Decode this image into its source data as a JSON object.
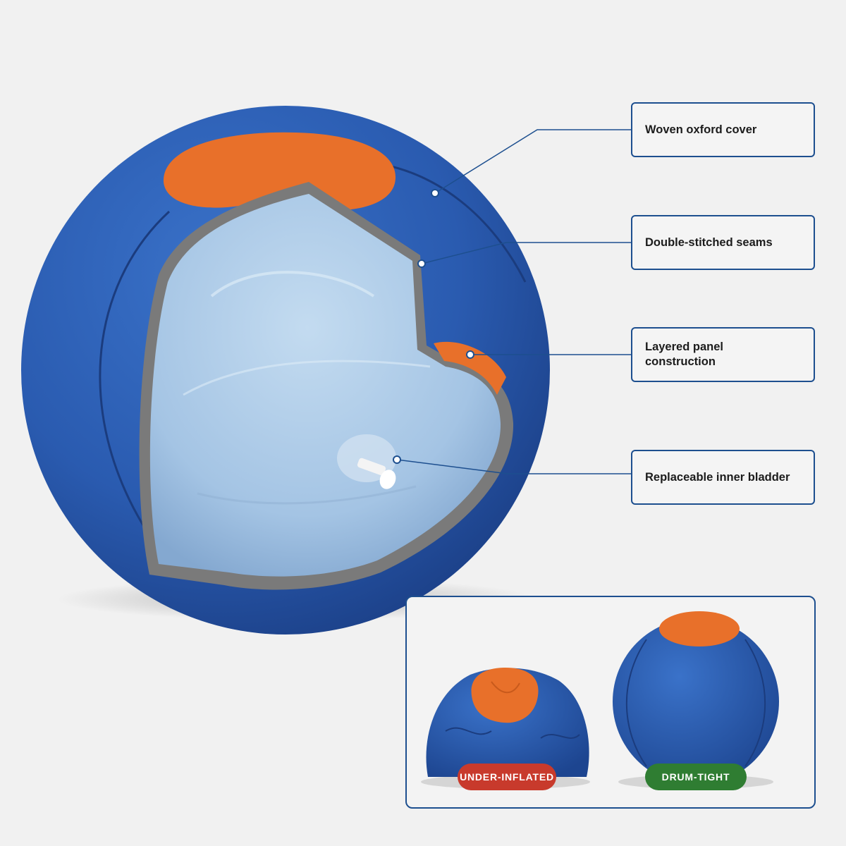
{
  "callouts": [
    {
      "label": "Woven oxford cover"
    },
    {
      "label": "Double-stitched seams"
    },
    {
      "label": "Layered panel construction"
    },
    {
      "label": "Replaceable inner bladder"
    }
  ],
  "comparison": {
    "under": {
      "label": "UNDER-INFLATED",
      "color": "#c83a2c"
    },
    "tight": {
      "label": "DRUM-TIGHT",
      "color": "#2f7d32"
    }
  },
  "colors": {
    "cover_blue": "#2c5fb5",
    "patch_orange": "#e8702a",
    "bladder": "#a9c8e6",
    "foam": "#7a7a7a",
    "accent": "#1d4f8f"
  }
}
